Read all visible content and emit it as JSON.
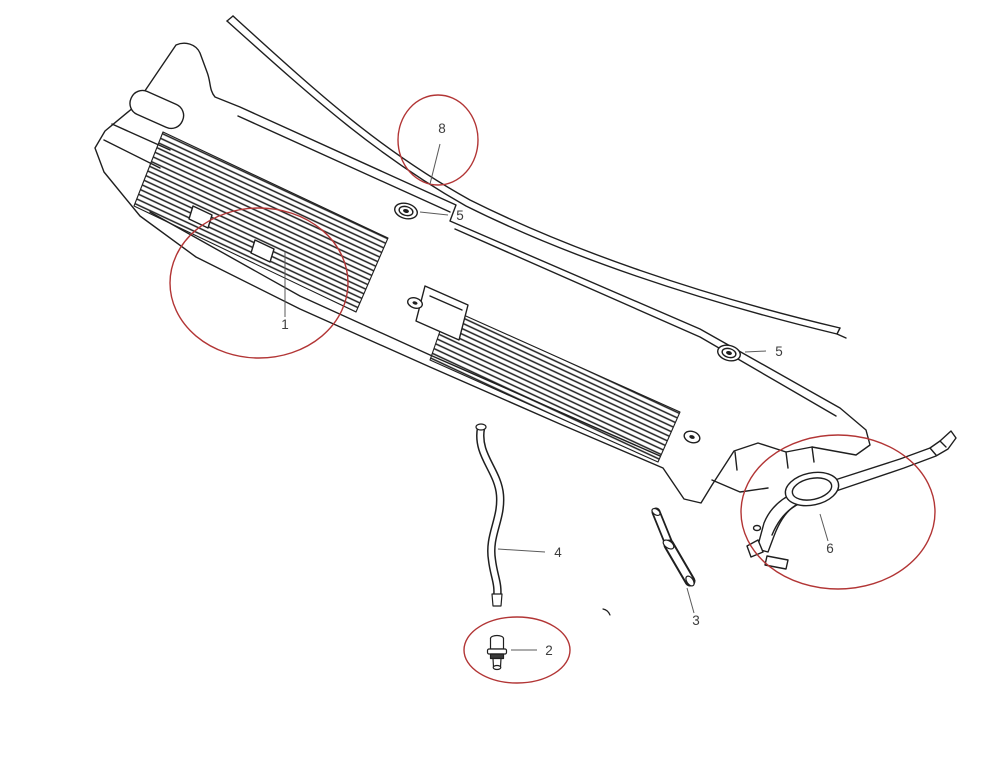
{
  "diagram": {
    "style": {
      "line_color": "#1f1f1f",
      "leader_color": "#5a5a5a",
      "label_color": "#3d3d3d",
      "highlight_color": "#b23535",
      "background": "#ffffff"
    },
    "callouts": [
      {
        "id": "1",
        "label": "1",
        "highlighted": true
      },
      {
        "id": "2",
        "label": "2",
        "highlighted": true
      },
      {
        "id": "3",
        "label": "3",
        "highlighted": false
      },
      {
        "id": "4",
        "label": "4",
        "highlighted": false
      },
      {
        "id": "5a",
        "label": "5",
        "highlighted": false
      },
      {
        "id": "5b",
        "label": "5",
        "highlighted": false
      },
      {
        "id": "6",
        "label": "6",
        "highlighted": true
      },
      {
        "id": "8",
        "label": "8",
        "highlighted": true
      }
    ]
  }
}
